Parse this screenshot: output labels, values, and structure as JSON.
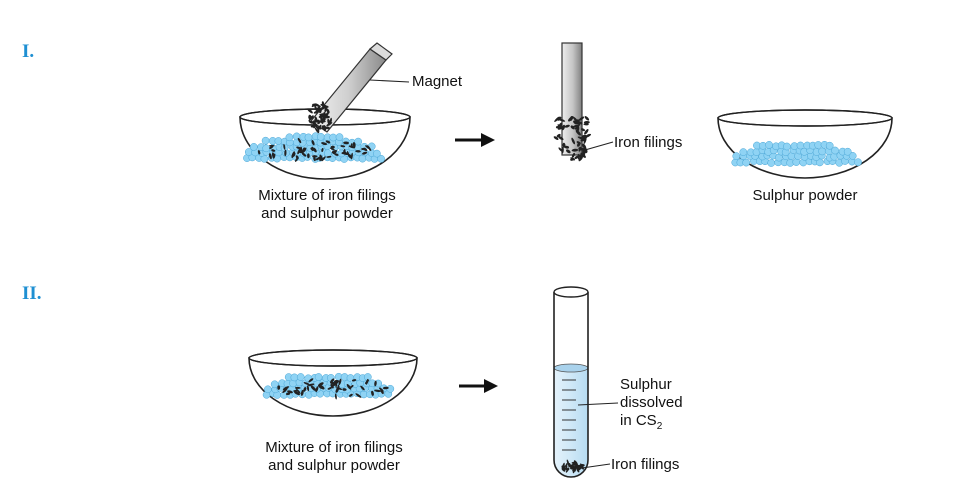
{
  "sections": {
    "one": {
      "numeral": "I."
    },
    "two": {
      "numeral": "II."
    }
  },
  "labels": {
    "magnet": "Magnet",
    "iron_filings_top": "Iron filings",
    "mixture_top_line1": "Mixture of iron filings",
    "mixture_top_line2": "and sulphur powder",
    "sulphur_powder": "Sulphur powder",
    "mixture_bottom_line1": "Mixture of iron filings",
    "mixture_bottom_line2": "and sulphur powder",
    "sulphur_dissolved_line1": "Sulphur",
    "sulphur_dissolved_line2": "dissolved",
    "sulphur_dissolved_line3_prefix": "in CS",
    "sulphur_dissolved_line3_sub": "2",
    "iron_filings_bottom": "Iron filings"
  },
  "colors": {
    "numeral": "#1e8fd2",
    "sulphur": "#8fd3f4",
    "sulphur_outline": "#4aa6d6",
    "iron": "#222222",
    "bowl_outline": "#222222",
    "magnet_light": "#e2e2e2",
    "magnet_dark": "#8a8a8a",
    "solution": "#cfe8f7"
  }
}
